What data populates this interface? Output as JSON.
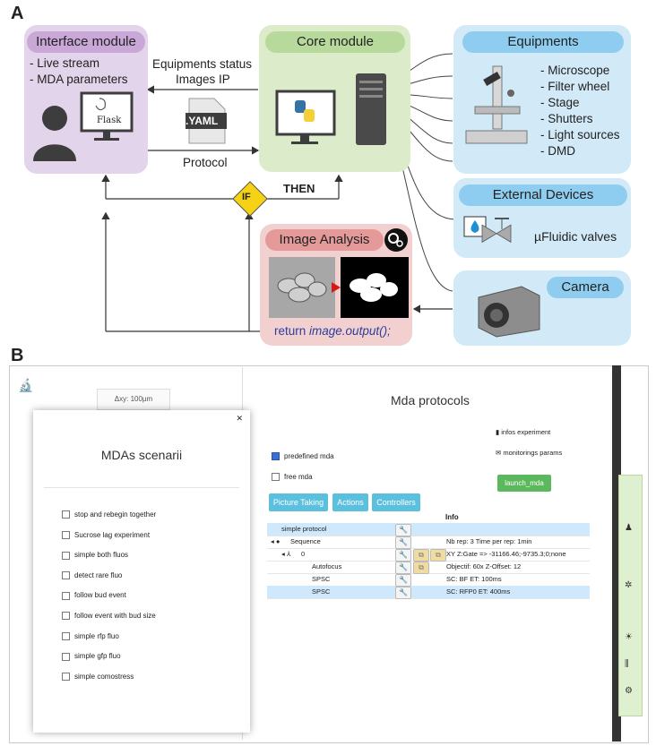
{
  "panel_a": {
    "letter": "A",
    "interface": {
      "title": "Interface module",
      "items": [
        "- Live stream",
        "- MDA parameters"
      ],
      "flask_label": "Flask"
    },
    "core": {
      "title": "Core module"
    },
    "equipments": {
      "title": "Equipments",
      "items": [
        "- Microscope",
        "- Filter wheel",
        "- Stage",
        "- Shutters",
        "- Light sources",
        "- DMD"
      ]
    },
    "external": {
      "title": "External Devices",
      "label": "µFluidic valves"
    },
    "camera": {
      "title": "Camera"
    },
    "image_analysis": {
      "title": "Image Analysis",
      "code_prefix": "return ",
      "code_call": "image.output();"
    },
    "labels": {
      "equip_status": "Equipments status",
      "images_ip": "Images IP",
      "yaml": ".YAML",
      "protocol": "Protocol",
      "if": "IF",
      "then": "THEN"
    },
    "colors": {
      "interface": "#e2d4ea",
      "interface_pill": "#c9a8d8",
      "core": "#dcebc9",
      "core_pill": "#b8d99c",
      "blue": "#d2e9f7",
      "blue_pill": "#8ecdf0",
      "analysis": "#f3d0d0",
      "analysis_pill": "#e59a9a",
      "if": "#f5d214"
    }
  },
  "panel_b": {
    "letter": "B",
    "delta_xy": "Δxy: 100µm",
    "scenarii": {
      "title": "MDAs scenarii",
      "items": [
        "stop and rebegin together",
        "Sucrose lag experiment",
        "simple both fluos",
        "detect rare fluo",
        "follow bud event",
        "follow event with bud size",
        "simple rfp fluo",
        "simple gfp fluo",
        "simple comostress"
      ]
    },
    "protocols_title": "Mda protocols",
    "predefined_mda": "predefined mda",
    "free_mda": "free mda",
    "infos_experiment": "infos experiment",
    "monitorings_params": "monitorings params",
    "launch_button": "launch_mda",
    "tabs": [
      "Picture Taking",
      "Actions",
      "Controllers"
    ],
    "info_header": "Info",
    "tree": [
      {
        "name": "simple protocol",
        "info": ""
      },
      {
        "name": "Sequence",
        "info": "Nb rep: 3 Time per rep: 1min"
      },
      {
        "name": "0",
        "info": "XY Z:Gate => -31166.46;-9735.3;0;none"
      },
      {
        "name": "Autofocus",
        "info": "Objectif: 60x Z-Offset: 12"
      },
      {
        "name": "SPSC",
        "info": "SC: BF ET: 100ms"
      },
      {
        "name": "SPSC",
        "info": "SC: RFP0 ET: 400ms"
      }
    ]
  }
}
